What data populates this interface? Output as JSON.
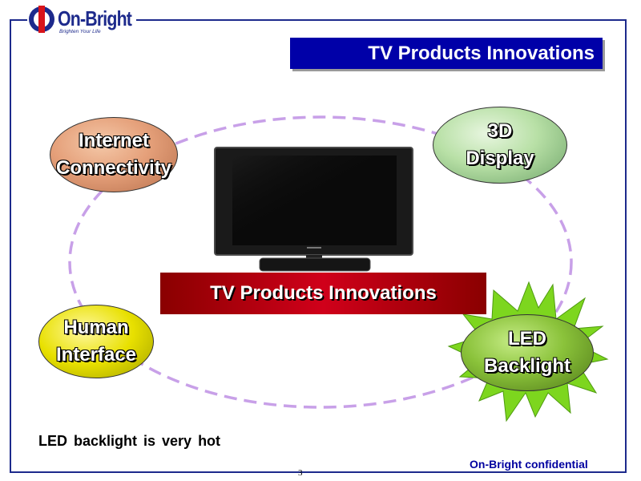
{
  "header": {
    "logo_name": "On-Bright",
    "logo_tagline": "Brighten Your Life"
  },
  "slide": {
    "title": "TV Products Innovations",
    "center_label": "TV Products Innovations",
    "nodes": {
      "internet": {
        "line1": "Internet",
        "line2": "Connectivity"
      },
      "display3d": {
        "line1": "3D",
        "line2": "Display"
      },
      "human": {
        "line1": "Human",
        "line2": "Interface"
      },
      "led": {
        "line1": "LED",
        "line2": "Backlight"
      }
    },
    "note": "LED backlight is very hot"
  },
  "footer": {
    "confidential": "On-Bright confidential",
    "page_number": "3"
  },
  "colors": {
    "brand_blue": "#1d2a8c",
    "title_bg": "#0000a8",
    "center_banner_red": "#d0001a",
    "dashed_ring": "#c8a0e8",
    "starburst": "#7dd61e"
  },
  "icons": {
    "tv": "tv-icon",
    "logo": "on-bright-logo-icon",
    "starburst": "starburst-icon"
  }
}
